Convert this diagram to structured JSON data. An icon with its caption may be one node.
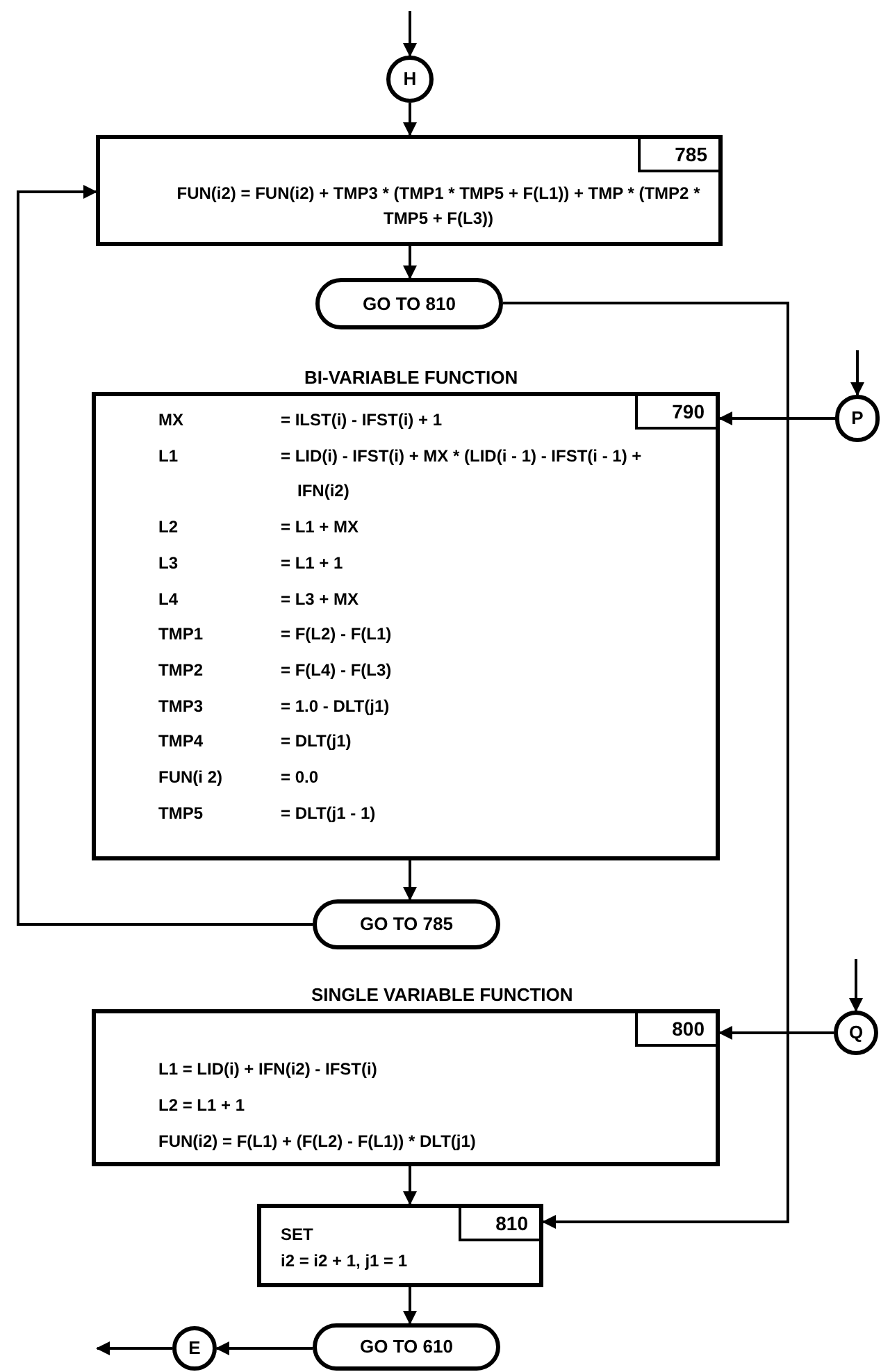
{
  "diagram": {
    "nodes": [
      {
        "text": [
          "H"
        ]
      },
      {
        "text": [
          "785",
          "FUN(i2) = FUN(i2) + TMP3 * (TMP1 * TMP5 + F(L1)) + TMP * (TMP2 * TMP5 + F(L3))"
        ]
      },
      {
        "text": [
          "GO TO 810"
        ]
      },
      {
        "text": [
          "BI-VARIABLE FUNCTION",
          "790",
          "MX",
          "= ILST(i) - IFST(i) + 1",
          "L1",
          "= LID(i) - IFST(i) + MX * (LID(i - 1) - IFST(i - 1) + IFN(i2)",
          "L2",
          "= L1 + MX",
          "L3",
          "= L1 + 1",
          "L4",
          "= L3 + MX",
          "TMP1",
          "= F(L2) - F(L1)",
          "TMP2",
          "= F(L4) - F(L3)",
          "TMP3",
          "= 1.0 - DLT(j1)",
          "TMP4",
          "= DLT(j1)",
          "FUN(i 2)",
          "= 0.0",
          "TMP5",
          "= DLT(j1 - 1)"
        ]
      },
      {
        "text": [
          "GO TO 785"
        ]
      },
      {
        "text": [
          "P"
        ]
      },
      {
        "text": [
          "SINGLE VARIABLE FUNCTION",
          "800",
          "L1 = LID(i) + IFN(i2) - IFST(i)",
          "L2 = L1 + 1",
          "FUN(i2) = F(L1) + (F(L2) - F(L1)) * DLT(j1)"
        ]
      },
      {
        "text": [
          "810",
          "SET",
          "i2 = i2 + 1, j1 = 1"
        ]
      },
      {
        "text": [
          "GO TO 610"
        ]
      },
      {
        "text": [
          "E"
        ]
      },
      {
        "text": [
          "Q"
        ]
      }
    ],
    "edges": [
      {
        "from": null,
        "to": 0,
        "arrow": "to"
      },
      {
        "from": 0,
        "to": 1,
        "arrow": "to"
      },
      {
        "from": 1,
        "to": 2,
        "arrow": "to"
      },
      {
        "from": 2,
        "to": 7,
        "arrow": "to"
      },
      {
        "from": null,
        "to": 5,
        "arrow": "to"
      },
      {
        "from": 5,
        "to": 3,
        "arrow": "to"
      },
      {
        "from": 3,
        "to": 4,
        "arrow": "to"
      },
      {
        "from": 4,
        "to": 1,
        "arrow": "to"
      },
      {
        "from": null,
        "to": 10,
        "arrow": "to"
      },
      {
        "from": 10,
        "to": 6,
        "arrow": "to"
      },
      {
        "from": 6,
        "to": 7,
        "arrow": "to"
      },
      {
        "from": 7,
        "to": 8,
        "arrow": "to"
      },
      {
        "from": 8,
        "to": 9,
        "arrow": "to"
      },
      {
        "from": 9,
        "to": null,
        "arrow": "to"
      }
    ]
  }
}
